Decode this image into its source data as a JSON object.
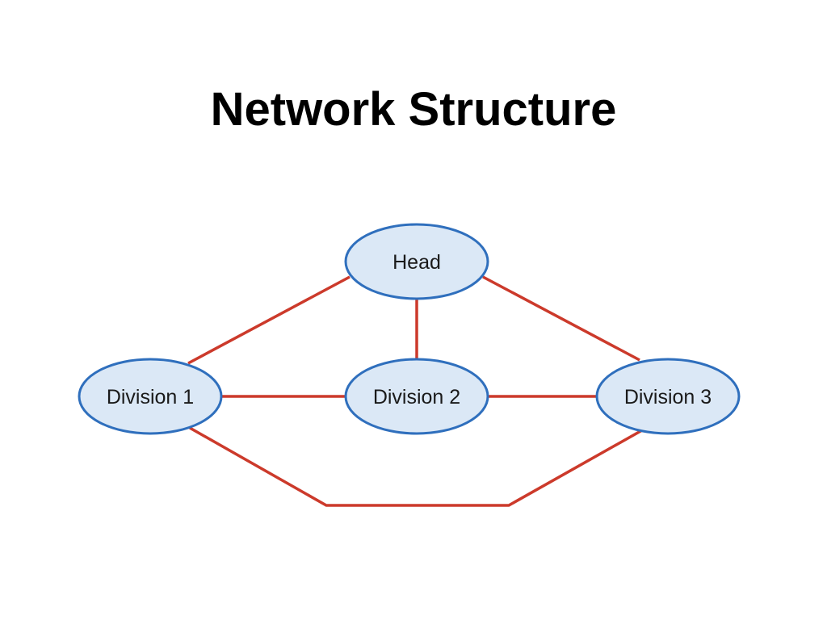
{
  "slide": {
    "title": "Network Structure"
  },
  "diagram": {
    "colors": {
      "node_fill": "#dbe8f6",
      "node_stroke": "#2f6fbd",
      "edge_stroke": "#cc3a2b"
    },
    "nodes": [
      {
        "id": "head",
        "label": "Head"
      },
      {
        "id": "division-1",
        "label": "Division 1"
      },
      {
        "id": "division-2",
        "label": "Division 2"
      },
      {
        "id": "division-3",
        "label": "Division 3"
      }
    ],
    "edges": [
      {
        "from": "head",
        "to": "division-1"
      },
      {
        "from": "head",
        "to": "division-2"
      },
      {
        "from": "head",
        "to": "division-3"
      },
      {
        "from": "division-1",
        "to": "division-2"
      },
      {
        "from": "division-2",
        "to": "division-3"
      },
      {
        "from": "division-1",
        "to": "division-3"
      }
    ]
  }
}
